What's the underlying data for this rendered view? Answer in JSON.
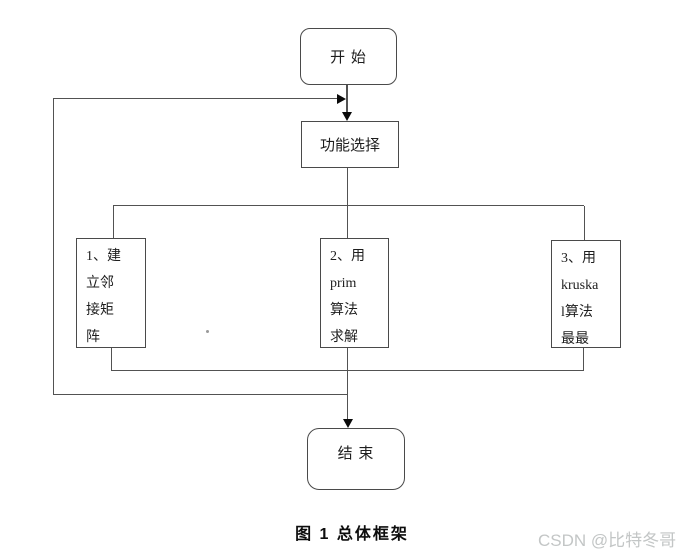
{
  "flowchart": {
    "start_label": "开 始",
    "select_label": "功能选择",
    "step1": {
      "lines": [
        "1、建",
        "立邻",
        "接矩",
        "阵"
      ]
    },
    "step2": {
      "lines": [
        "2、用",
        "prim",
        "算法",
        "求解"
      ]
    },
    "step3": {
      "lines": [
        "3、用",
        "kruska",
        "l算法",
        "最最"
      ]
    },
    "end_label": "结 束"
  },
  "caption": {
    "text": "图 1  总体框架"
  },
  "watermark": {
    "text": "CSDN @比特冬哥"
  },
  "colors": {
    "line": "#525252",
    "arrow": "#0a0a0a",
    "text": "#1e1e1e",
    "watermark": "#c3c6c6"
  }
}
